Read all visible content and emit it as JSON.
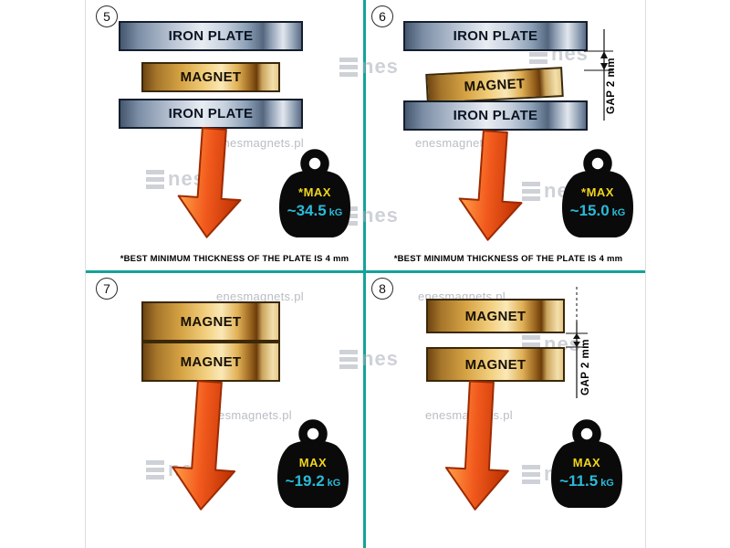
{
  "watermark": {
    "url_text": "enesmagnets.pl",
    "logo_text": "nes"
  },
  "panels": [
    {
      "number": "5",
      "layers": [
        {
          "label": "IRON PLATE"
        },
        {
          "label": "MAGNET"
        },
        {
          "label": "IRON PLATE"
        }
      ],
      "weight_label": "*MAX",
      "weight_value": "~34.5",
      "weight_unit": "kG",
      "footnote_text": "*BEST MINIMUM THICKNESS OF THE PLATE IS",
      "footnote_bold": "4 mm"
    },
    {
      "number": "6",
      "layers": [
        {
          "label": "IRON PLATE"
        },
        {
          "label": "MAGNET"
        },
        {
          "label": "IRON PLATE"
        }
      ],
      "gap_label": "GAP  2 mm",
      "weight_label": "*MAX",
      "weight_value": "~15.0",
      "weight_unit": "kG",
      "footnote_text": "*BEST MINIMUM THICKNESS OF THE PLATE IS",
      "footnote_bold": "4 mm"
    },
    {
      "number": "7",
      "layers": [
        {
          "label": "MAGNET"
        },
        {
          "label": "MAGNET"
        }
      ],
      "weight_label": "MAX",
      "weight_value": "~19.2",
      "weight_unit": "kG"
    },
    {
      "number": "8",
      "layers": [
        {
          "label": "MAGNET"
        },
        {
          "label": "MAGNET"
        }
      ],
      "gap_label": "GAP  2 mm",
      "weight_label": "MAX",
      "weight_value": "~11.5",
      "weight_unit": "kG"
    }
  ]
}
